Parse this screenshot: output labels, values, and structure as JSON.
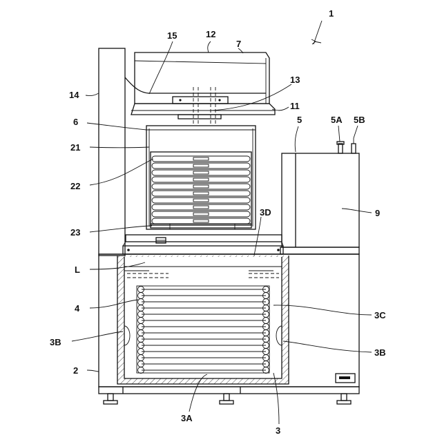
{
  "figure": {
    "labels": {
      "apparatus": "1",
      "tank_body": "2",
      "tank": "3",
      "tank_bottom": "3A",
      "tank_side_left": "3B",
      "tank_side_right": "3B",
      "tank_wall": "3C",
      "tank_top": "3D",
      "coil": "4",
      "unit_housing": "5",
      "port_a": "5A",
      "port_b": "5B",
      "cage": "6",
      "head_cover": "7",
      "control_box": "9",
      "lift_base": "11",
      "top_plate": "12",
      "lift_rods": "13",
      "column": "14",
      "arm": "15",
      "frame": "21",
      "racks": "22",
      "rack_base": "23",
      "liquid_level": "L"
    }
  }
}
